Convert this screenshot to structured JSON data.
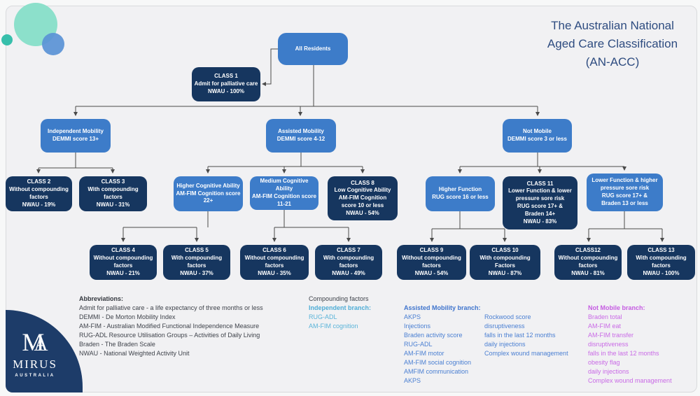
{
  "title": "The Australian National\nAged Care Classification\n(AN-ACC)",
  "nodes": {
    "all_residents": {
      "text": "All Residents"
    },
    "class1": {
      "text": "CLASS 1\nAdmit for palliative care\nNWAU - 100%"
    },
    "independent": {
      "text": "Independent Mobility\nDEMMI score 13+"
    },
    "assisted": {
      "text": "Assisted Mobility\nDEMMI score 4-12"
    },
    "not_mobile": {
      "text": "Not Mobile\nDEMMI score 3 or less"
    },
    "class2": {
      "text": "CLASS 2\nWithout compounding\nfactors\nNWAU - 19%"
    },
    "class3": {
      "text": "CLASS 3\nWith compounding\nfactors\nNWAU - 31%"
    },
    "higher_cog": {
      "text": "Higher Cognitive Ability\nAM-FIM Cognition score\n22+"
    },
    "medium_cog": {
      "text": "Medium Cognitive\nAbility\nAM-FIM Cognition score\n11-21"
    },
    "class8": {
      "text": "CLASS 8\nLow Cognitive Ability\nAM-FIM Cognition\nscore 10 or less\nNWAU - 54%"
    },
    "higher_func": {
      "text": "Higher Function\nRUG score 16 or less"
    },
    "class11": {
      "text": "CLASS 11\nLower Function & lower\npressure sore risk\nRUG score 17+ &\nBraden 14+\nNWAU - 83%"
    },
    "lower_func": {
      "text": "Lower Function & higher\npressure sore risk\nRUG score 17+ &\nBraden 13 or less"
    },
    "class4": {
      "text": "CLASS 4\nWithout compounding\nfactors\nNWAU - 21%"
    },
    "class5": {
      "text": "CLASS 5\nWith compounding\nfactors\nNWAU - 37%"
    },
    "class6": {
      "text": "CLASS 6\nWithout compounding\nfactors\nNWAU - 35%"
    },
    "class7": {
      "text": "CLASS 7\nWith compounding\nfactors\nNWAU - 49%"
    },
    "class9": {
      "text": "CLASS 9\nWithout compounding\nfactors\nNWAU - 54%"
    },
    "class10": {
      "text": "CLASS 10\nWith compounding\nFactors\nNWAU - 87%"
    },
    "class12": {
      "text": "CLASS12\nWithout compounding\nfactors\nNWAU - 81%"
    },
    "class13": {
      "text": "CLASS 13\nWith compounding\nfactors\nNWAU - 100%"
    }
  },
  "legend": {
    "abbreviations": {
      "title": "Abbreviations:",
      "items": [
        "Admit for palliative care - a life expectancy of three months or less",
        "DEMMI - De Morton Mobility Index",
        "AM-FIM - Australian Modified Functional Independence Measure",
        "RUG-ADL Resource Utilisation Groups – Activities of Daily Living",
        "Braden - The Braden Scale",
        "NWAU - National Weighted Activity Unit"
      ]
    },
    "compounding": {
      "title": "Compounding factors",
      "independent": {
        "title": "Independent branch:",
        "items": [
          "RUG-ADL",
          "AM-FIM cognition"
        ]
      },
      "assisted": {
        "title": "Assisted Mobility branch:",
        "col1": [
          "AKPS",
          "Injections",
          "Braden activity score",
          "RUG-ADL",
          "AM-FIM motor",
          "AM-FIM social cognition",
          "AMFIM communication",
          "AKPS"
        ],
        "col2": [
          "Rockwood score",
          "disruptiveness",
          "falls in the last 12 months",
          "daily injections",
          "Complex wound management"
        ]
      },
      "not_mobile": {
        "title": "Not Mobile branch:",
        "items": [
          "Braden total",
          "AM-FIM eat",
          "AM-FIM transfer",
          "disruptiveness",
          "falls in the last 12 months",
          "obesity flag",
          "daily injections",
          "Complex wound management"
        ]
      }
    }
  },
  "logo": {
    "monogram_m": "M",
    "monogram_a": "A",
    "name": "MIRUS",
    "sub": "AUSTRALIA"
  },
  "colors": {
    "node_blue": "#3d7cc9",
    "node_navy": "#16365f",
    "title_text": "#2e4c80",
    "independent_branch": "#5bb4d9",
    "assisted_branch": "#4a7fd2",
    "not_mobile_branch": "#c55ce2",
    "logo_navy": "#1d3c69",
    "decor_teal_light": "#8ce0cb",
    "decor_teal_dark": "#37bfab",
    "decor_blue": "#5a92d6",
    "connector": "#4a4a4a"
  }
}
